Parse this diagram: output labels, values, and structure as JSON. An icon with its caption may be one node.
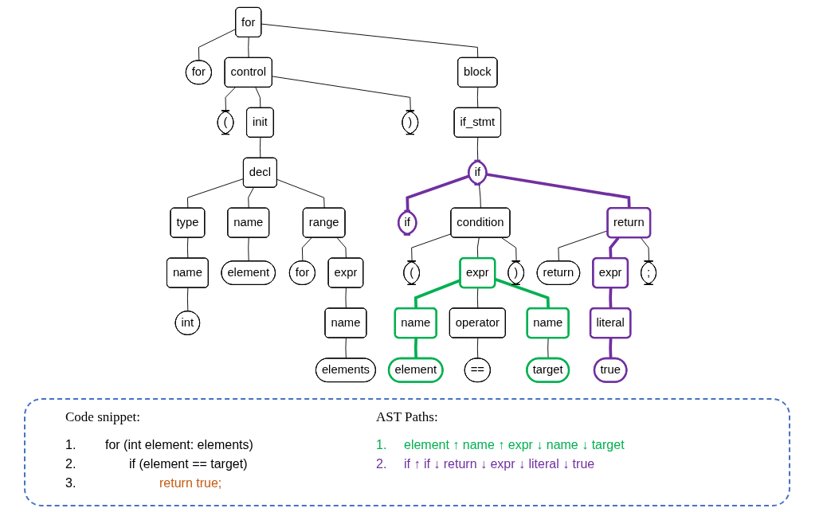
{
  "diagram": {
    "nodes": [
      {
        "text": [
          "for"
        ]
      },
      {
        "text": [
          "for"
        ]
      },
      {
        "text": [
          "control"
        ]
      },
      {
        "text": [
          "block"
        ]
      },
      {
        "text": [
          "("
        ]
      },
      {
        "text": [
          "init"
        ]
      },
      {
        "text": [
          ")"
        ]
      },
      {
        "text": [
          "if_stmt"
        ]
      },
      {
        "text": [
          "decl"
        ]
      },
      {
        "text": [
          "if"
        ]
      },
      {
        "text": [
          "type"
        ]
      },
      {
        "text": [
          "name"
        ]
      },
      {
        "text": [
          "range"
        ]
      },
      {
        "text": [
          "if"
        ]
      },
      {
        "text": [
          "condition"
        ]
      },
      {
        "text": [
          "return"
        ]
      },
      {
        "text": [
          "name"
        ]
      },
      {
        "text": [
          "element"
        ]
      },
      {
        "text": [
          "for"
        ]
      },
      {
        "text": [
          "expr"
        ]
      },
      {
        "text": [
          "("
        ]
      },
      {
        "text": [
          "expr"
        ]
      },
      {
        "text": [
          ")"
        ]
      },
      {
        "text": [
          "return"
        ]
      },
      {
        "text": [
          "expr"
        ]
      },
      {
        "text": [
          ";"
        ]
      },
      {
        "text": [
          "int"
        ]
      },
      {
        "text": [
          "name"
        ]
      },
      {
        "text": [
          "name"
        ]
      },
      {
        "text": [
          "operator"
        ]
      },
      {
        "text": [
          "name"
        ]
      },
      {
        "text": [
          "literal"
        ]
      },
      {
        "text": [
          "elements"
        ]
      },
      {
        "text": [
          "element"
        ]
      },
      {
        "text": [
          "=="
        ]
      },
      {
        "text": [
          "target"
        ]
      },
      {
        "text": [
          "true"
        ]
      }
    ],
    "edges": [
      {
        "from": 0,
        "to": 1,
        "arrow": "none"
      },
      {
        "from": 0,
        "to": 2,
        "arrow": "none"
      },
      {
        "from": 0,
        "to": 3,
        "arrow": "none"
      },
      {
        "from": 2,
        "to": 4,
        "arrow": "none"
      },
      {
        "from": 2,
        "to": 5,
        "arrow": "none"
      },
      {
        "from": 2,
        "to": 6,
        "arrow": "none"
      },
      {
        "from": 3,
        "to": 7,
        "arrow": "none"
      },
      {
        "from": 5,
        "to": 8,
        "arrow": "none"
      },
      {
        "from": 7,
        "to": 9,
        "arrow": "none"
      },
      {
        "from": 8,
        "to": 10,
        "arrow": "none"
      },
      {
        "from": 8,
        "to": 11,
        "arrow": "none"
      },
      {
        "from": 8,
        "to": 12,
        "arrow": "none"
      },
      {
        "from": 9,
        "to": 13,
        "arrow": "none",
        "style": "thick",
        "color": "#7030a0"
      },
      {
        "from": 9,
        "to": 14,
        "arrow": "none"
      },
      {
        "from": 9,
        "to": 15,
        "arrow": "none",
        "style": "thick",
        "color": "#7030a0"
      },
      {
        "from": 10,
        "to": 16,
        "arrow": "none"
      },
      {
        "from": 11,
        "to": 17,
        "arrow": "none"
      },
      {
        "from": 12,
        "to": 18,
        "arrow": "none"
      },
      {
        "from": 12,
        "to": 19,
        "arrow": "none"
      },
      {
        "from": 14,
        "to": 20,
        "arrow": "none"
      },
      {
        "from": 14,
        "to": 21,
        "arrow": "none"
      },
      {
        "from": 14,
        "to": 22,
        "arrow": "none"
      },
      {
        "from": 15,
        "to": 23,
        "arrow": "none"
      },
      {
        "from": 15,
        "to": 24,
        "arrow": "none",
        "style": "thick",
        "color": "#7030a0"
      },
      {
        "from": 15,
        "to": 25,
        "arrow": "none"
      },
      {
        "from": 16,
        "to": 26,
        "arrow": "none"
      },
      {
        "from": 19,
        "to": 27,
        "arrow": "none"
      },
      {
        "from": 21,
        "to": 28,
        "arrow": "none",
        "style": "thick",
        "color": "#00b050"
      },
      {
        "from": 21,
        "to": 29,
        "arrow": "none"
      },
      {
        "from": 21,
        "to": 30,
        "arrow": "none",
        "style": "thick",
        "color": "#00b050"
      },
      {
        "from": 24,
        "to": 31,
        "arrow": "none",
        "style": "thick",
        "color": "#7030a0"
      },
      {
        "from": 27,
        "to": 32,
        "arrow": "none"
      },
      {
        "from": 28,
        "to": 33,
        "arrow": "none",
        "style": "thick",
        "color": "#00b050"
      },
      {
        "from": 29,
        "to": 34,
        "arrow": "none"
      },
      {
        "from": 30,
        "to": 35,
        "arrow": "none"
      },
      {
        "from": 31,
        "to": 36,
        "arrow": "none",
        "style": "thick",
        "color": "#7030a0"
      }
    ],
    "labels": [
      "Code snippet:",
      "AST Paths:",
      "1.",
      "for (int element: elements)",
      "1.",
      "element ↑ name ↑ expr ↓ name ↓ target",
      "2.",
      "if (element == target)",
      "2.",
      "if ↑ if ↓ return ↓ expr ↓ literal ↓ true",
      "3.",
      "return true;"
    ]
  }
}
